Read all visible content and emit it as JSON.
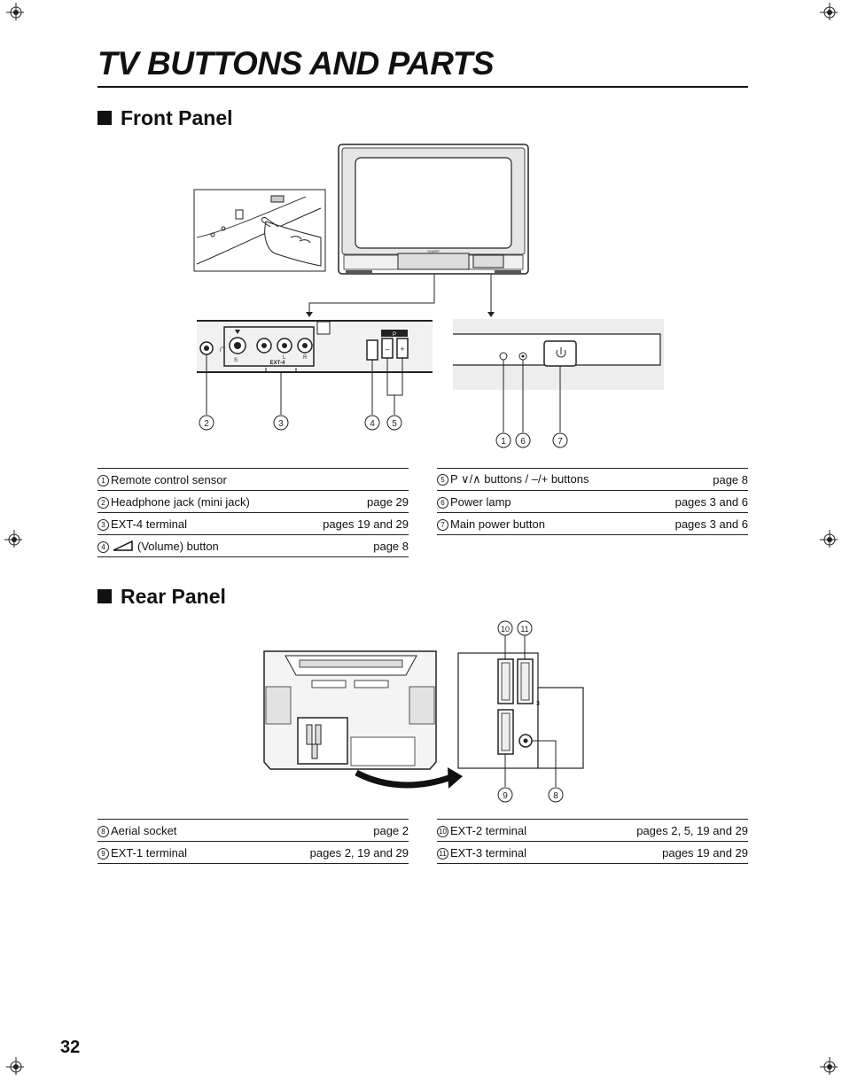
{
  "title": "TV BUTTONS AND PARTS",
  "sections": {
    "front": {
      "heading": "Front Panel",
      "callouts": {
        "ext4_label": "EXT-4",
        "svideo": "S",
        "l": "L",
        "r": "R",
        "p": "P",
        "numbers": [
          "1",
          "2",
          "3",
          "4",
          "5",
          "6",
          "7"
        ]
      },
      "legend_left": [
        {
          "num": "1",
          "label": "Remote control sensor",
          "page": ""
        },
        {
          "num": "2",
          "label": "Headphone jack (mini jack)",
          "page": "page 29"
        },
        {
          "num": "3",
          "label": "EXT-4 terminal",
          "page": "pages 19 and 29"
        },
        {
          "num": "4",
          "label": "(Volume) button",
          "page": "page 8",
          "icon": "volume-wedge-icon"
        }
      ],
      "legend_right": [
        {
          "num": "5",
          "label": "P ∨/∧ buttons / –/+ buttons",
          "page": "page 8"
        },
        {
          "num": "6",
          "label": "Power lamp",
          "page": "pages 3 and 6"
        },
        {
          "num": "7",
          "label": "Main power button",
          "page": "pages 3 and 6"
        }
      ]
    },
    "rear": {
      "heading": "Rear Panel",
      "callouts": {
        "numbers": [
          "8",
          "9",
          "10",
          "11"
        ]
      },
      "legend_left": [
        {
          "num": "8",
          "label": "Aerial socket",
          "page": "page 2"
        },
        {
          "num": "9",
          "label": "EXT-1 terminal",
          "page": "pages 2, 19 and 29"
        }
      ],
      "legend_right": [
        {
          "num": "10",
          "label": "EXT-2 terminal",
          "page": "pages 2, 5, 19 and 29"
        },
        {
          "num": "11",
          "label": "EXT-3 terminal",
          "page": "pages 19 and 29"
        }
      ]
    }
  },
  "page_number": "32"
}
